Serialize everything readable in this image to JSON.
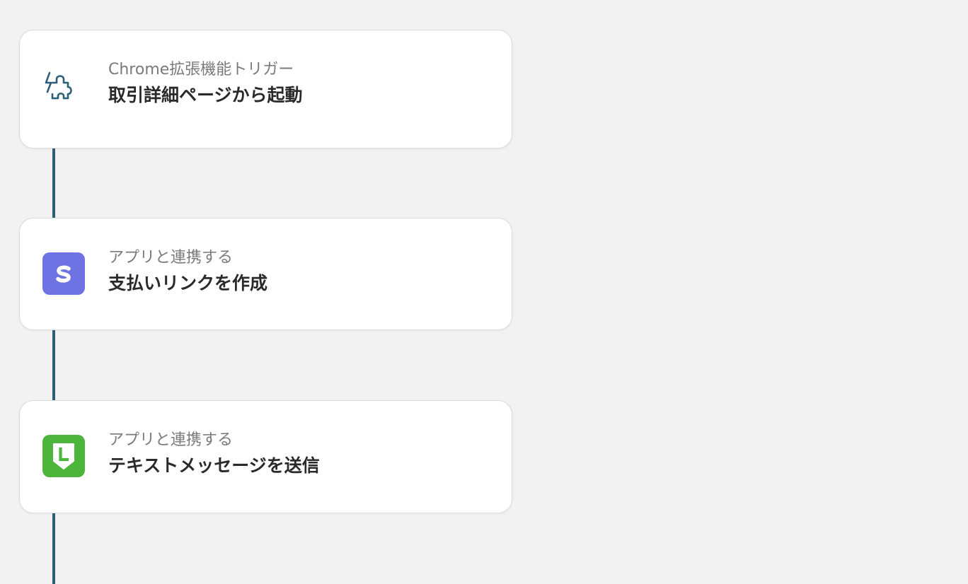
{
  "flow": {
    "steps": [
      {
        "label": "Chrome拡張機能トリガー",
        "title": "取引詳細ページから起動",
        "icon": "puzzle-bolt-icon",
        "icon_color": "#2e5f78"
      },
      {
        "label": "アプリと連携する",
        "title": "支払いリンクを作成",
        "icon": "stripe-s-icon",
        "icon_color": "#6e72e3"
      },
      {
        "label": "アプリと連携する",
        "title": "テキストメッセージを送信",
        "icon": "line-shield-icon",
        "icon_color": "#4db43c"
      }
    ],
    "connector_color": "#2e5f78"
  }
}
